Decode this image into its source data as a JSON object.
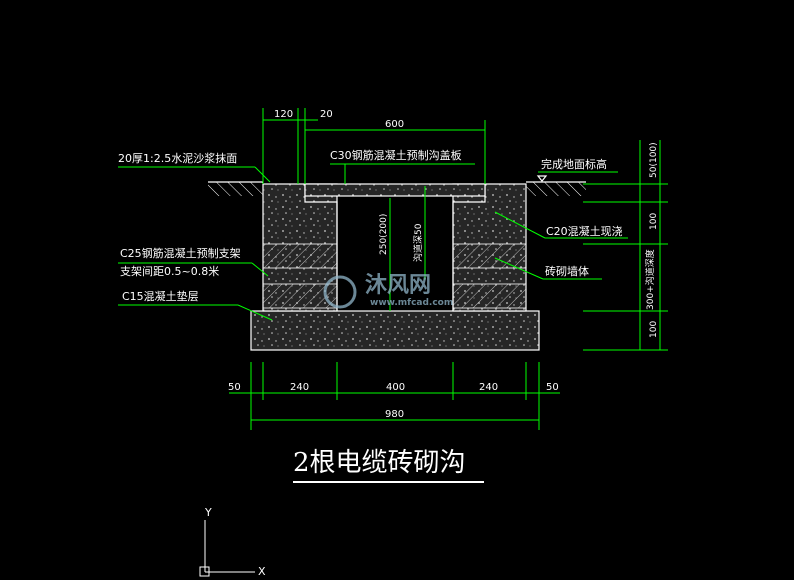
{
  "title": "2根电缆砖砌沟",
  "labels": {
    "mortar": "20厚1:2.5水泥沙浆抹面",
    "cover": "C30钢筋混凝土预制沟盖板",
    "ground": "完成地面标高",
    "c20": "C20混凝土现浇",
    "support1": "C25钢筋混凝土预制支架",
    "support2": "支架间距0.5~0.8米",
    "brick": "砖砌墙体",
    "c15": "C15混凝土垫层",
    "depth": "250(200)",
    "trench": "沟道深50",
    "side_dim": "300+沟道深度"
  },
  "dims_top": {
    "d120": "120",
    "d20": "20",
    "d600": "600"
  },
  "dims_bottom": {
    "d50a": "50",
    "d240a": "240",
    "d400": "400",
    "d240b": "240",
    "d50b": "50",
    "total": "980"
  },
  "dims_right": {
    "d50": "50(100)",
    "d100a": "100",
    "d100b": "100"
  },
  "axes": {
    "y": "Y",
    "x": "X"
  },
  "watermark": {
    "name": "沐风网",
    "url": "www.mfcad.com"
  },
  "colors": {
    "background": "#000000",
    "dimension": "#00ff00",
    "outline": "#ffffff",
    "fill": "#2a2a2a"
  }
}
